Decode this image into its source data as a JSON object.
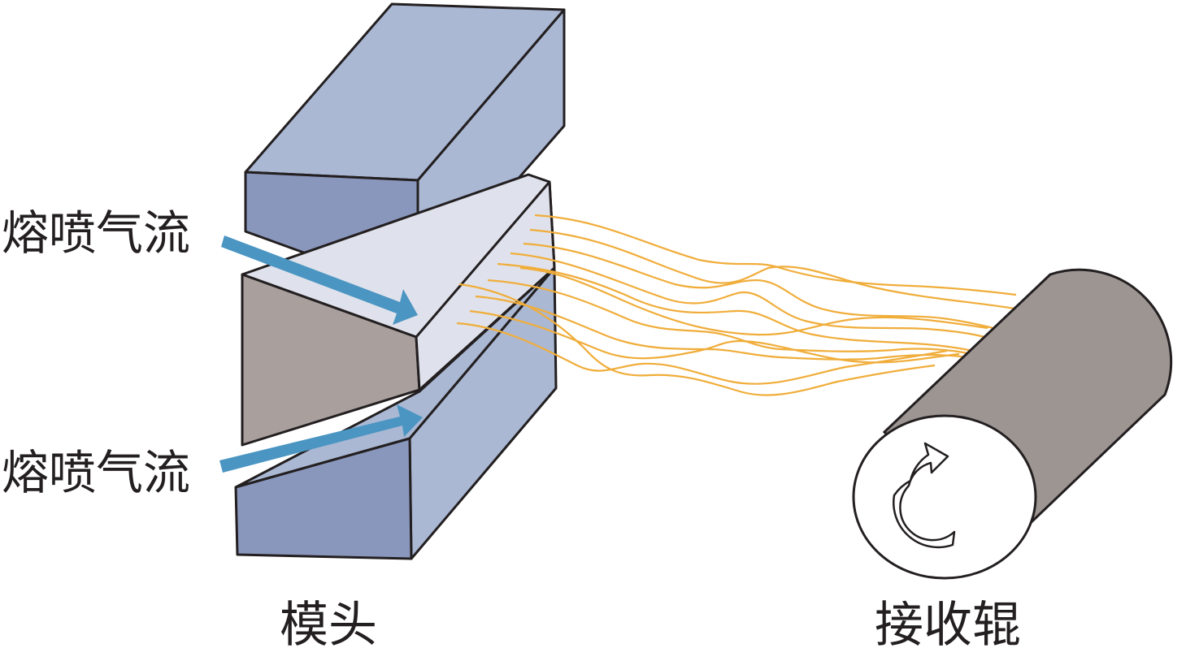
{
  "labels": {
    "air_flow_top": "熔喷气流",
    "air_flow_bottom": "熔喷气流",
    "die": "模头",
    "collector_roller": "接收辊"
  },
  "colors": {
    "die_top_face": "#aab8d4",
    "die_front_face": "#8a97bd",
    "die_gap_face": "#dfe2ec",
    "die_nose": "#a9a09e",
    "air_arrow": "#4b95c2",
    "fiber": "#f0ad3a",
    "roller_body": "#9c9592",
    "roller_end": "#ffffff",
    "outline": "#231f20"
  },
  "icons": {
    "air_arrow": "right-arrow",
    "rotation": "rotation-arrow-icon"
  }
}
